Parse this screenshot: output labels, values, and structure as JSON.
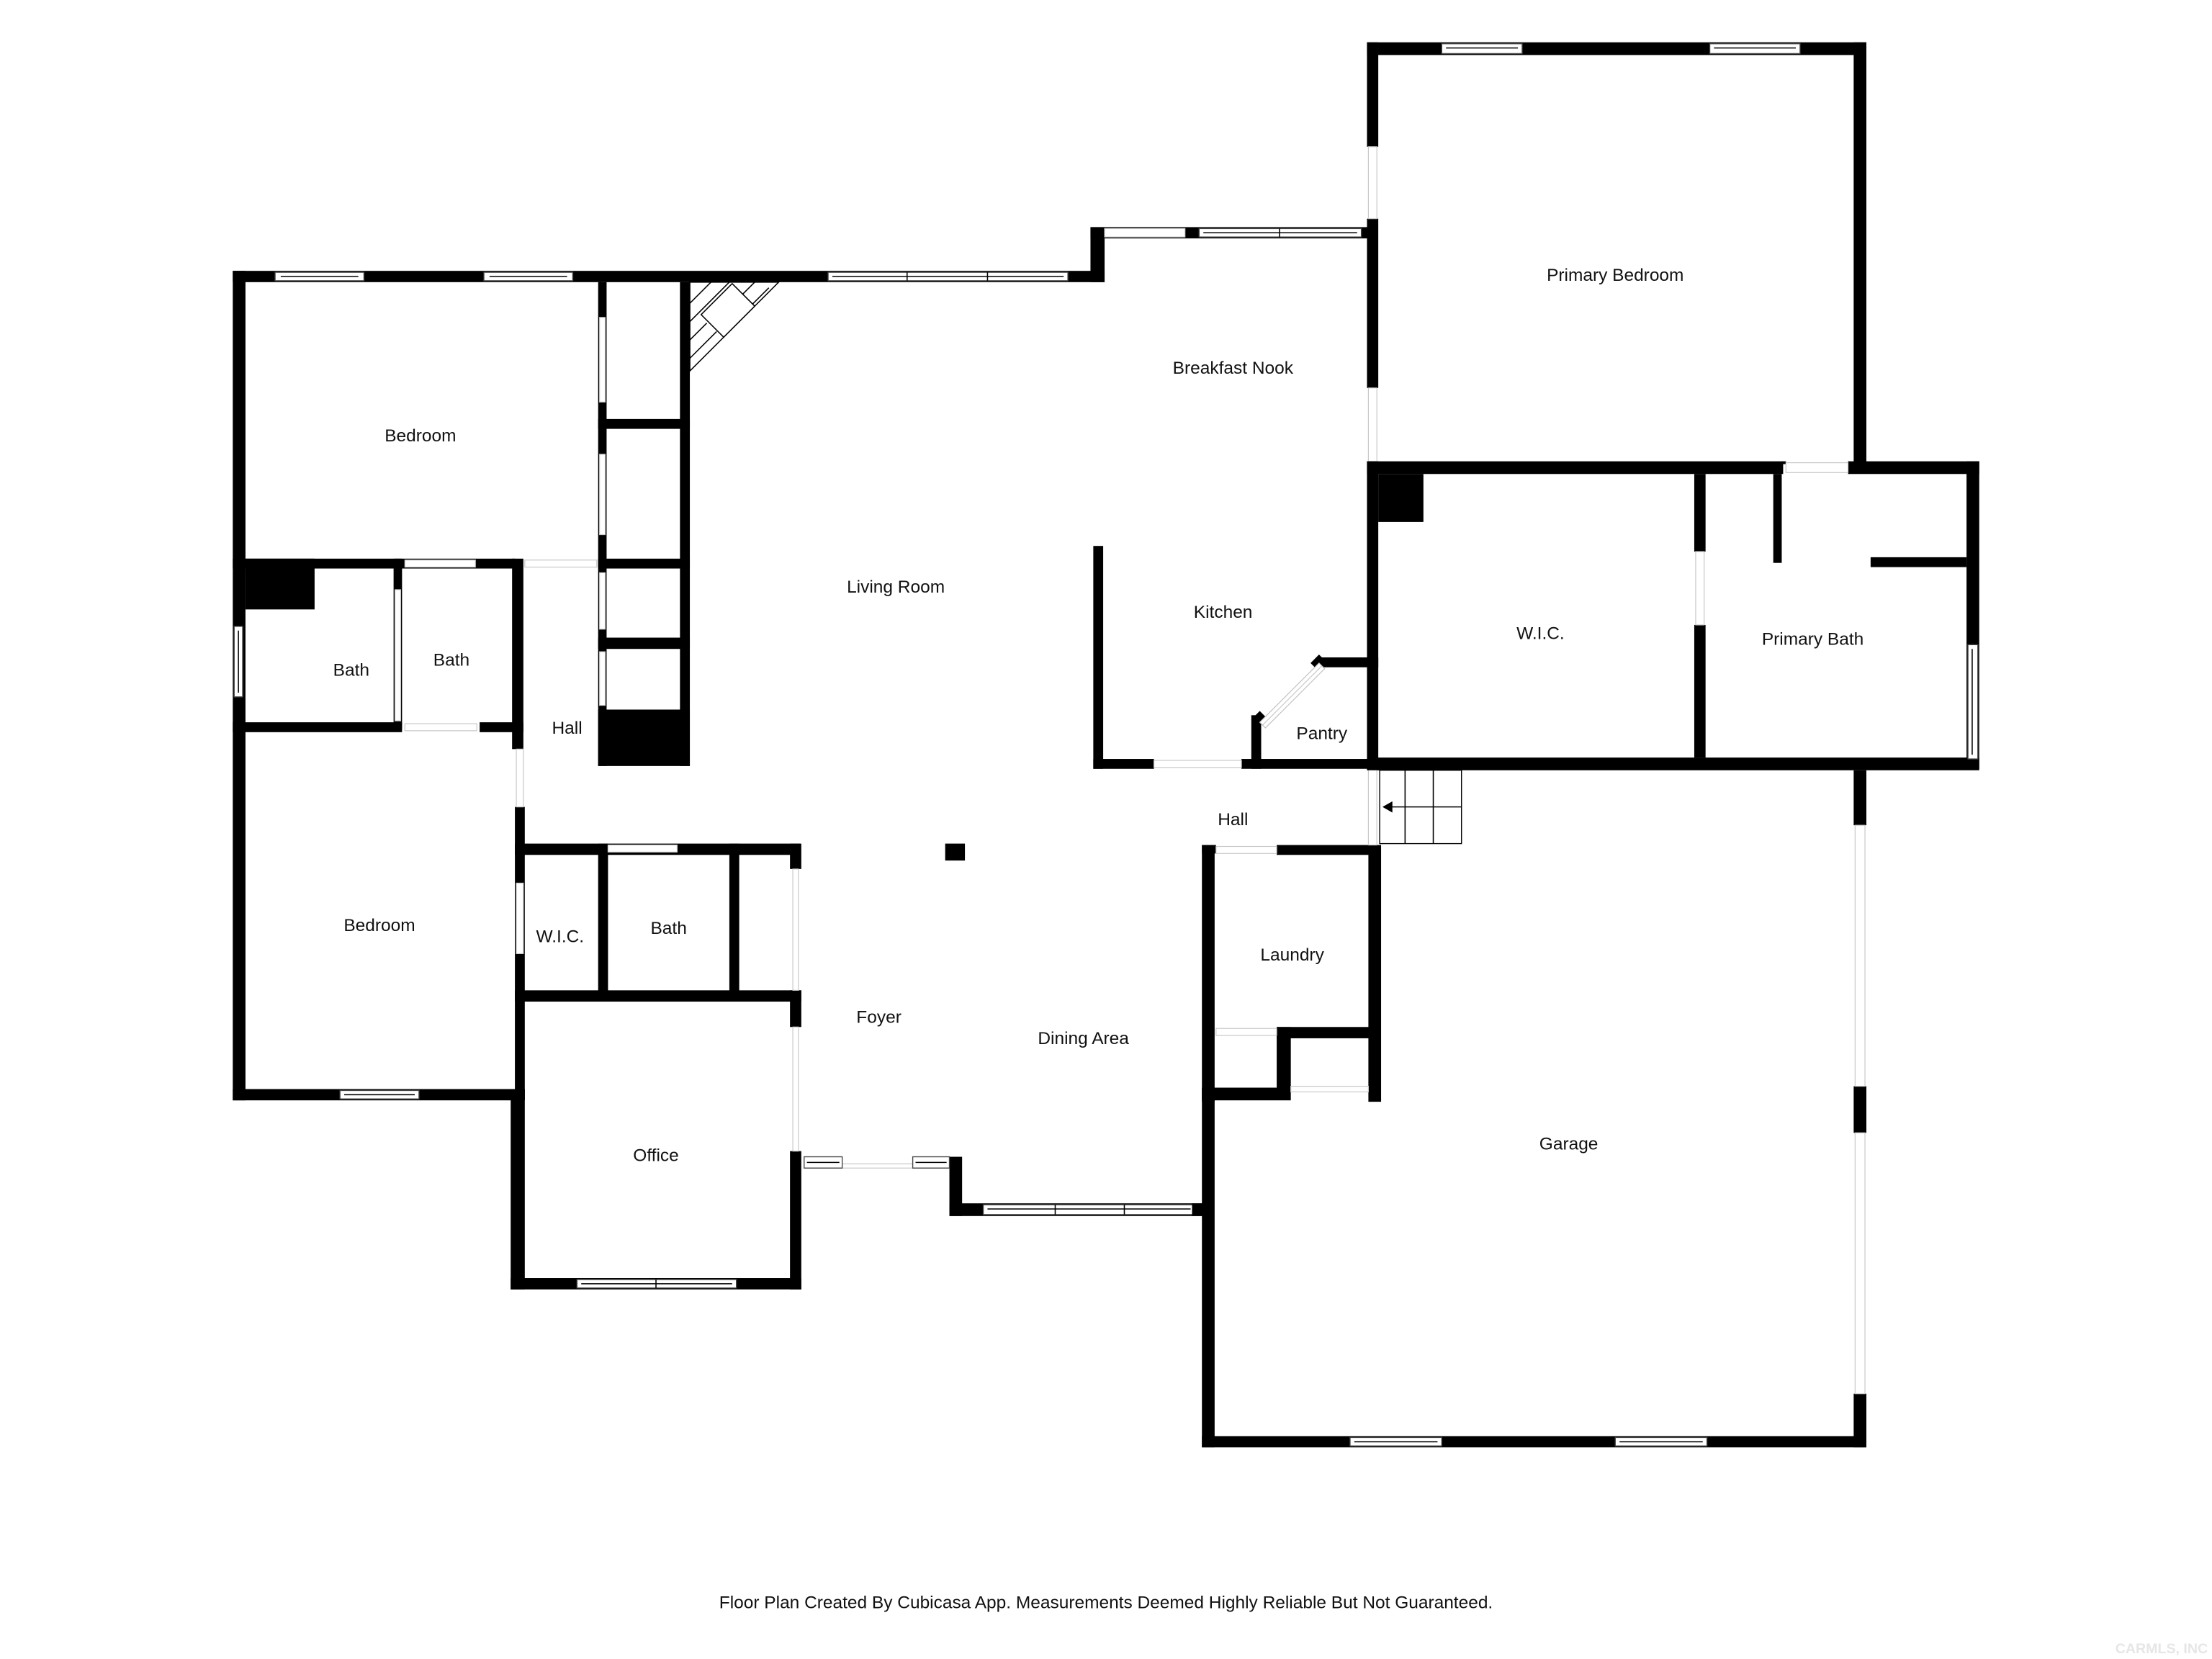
{
  "plan": {
    "rooms": {
      "bedroom_1": "Bedroom",
      "bath_left": "Bath",
      "bath_center": "Bath",
      "hall_left": "Hall",
      "bedroom_2": "Bedroom",
      "wic_left": "W.I.C.",
      "bath_lower": "Bath",
      "office": "Office",
      "foyer": "Foyer",
      "living_room": "Living Room",
      "dining_area": "Dining Area",
      "breakfast_nook": "Breakfast Nook",
      "kitchen": "Kitchen",
      "pantry": "Pantry",
      "hall_right": "Hall",
      "laundry": "Laundry",
      "garage": "Garage",
      "primary_bedroom": "Primary Bedroom",
      "wic_primary": "W.I.C.",
      "primary_bath": "Primary Bath"
    },
    "colors": {
      "wall": "#000000",
      "background": "#ffffff"
    }
  },
  "footer": {
    "disclaimer": "Floor Plan Created By Cubicasa App. Measurements Deemed Highly Reliable But Not Guaranteed."
  },
  "watermark": {
    "text": "CARMLS, INC"
  }
}
